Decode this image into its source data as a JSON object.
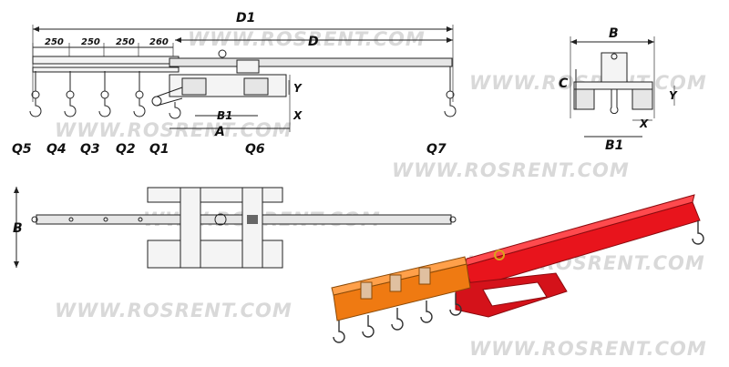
{
  "watermark": {
    "text": "WWW.ROSRENT.COM",
    "color": "#d9d9d9"
  },
  "side_view": {
    "overall_length": "D1",
    "beam_length": "D",
    "spacings": [
      "250",
      "250",
      "250",
      "260"
    ],
    "fork_pocket_spacing": "B1",
    "fork_pocket_length": "A",
    "height_offset": "Y",
    "pocket_offset": "X",
    "hook_points": [
      "Q5",
      "Q4",
      "Q3",
      "Q2",
      "Q1",
      "Q6",
      "Q7"
    ]
  },
  "end_view": {
    "width": "B",
    "height": "C",
    "height_offset": "Y",
    "pocket_offset": "X",
    "pocket_spacing": "B1"
  },
  "top_view": {
    "width": "B"
  },
  "render_3d": {
    "red_color": "#e8141c",
    "orange_color": "#ef7a12"
  }
}
